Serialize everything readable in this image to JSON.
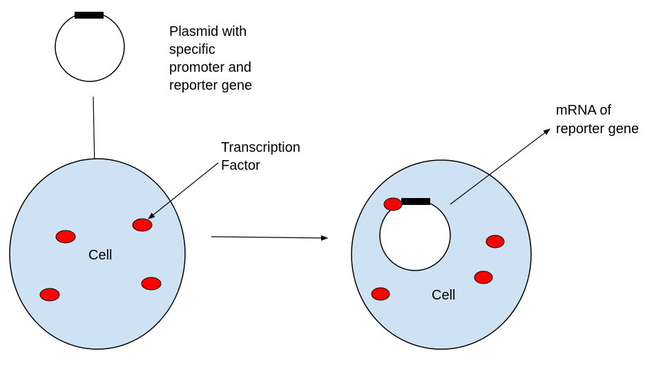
{
  "labels": {
    "plasmid": [
      "Plasmid with",
      "specific",
      "promoter and",
      "reporter gene"
    ],
    "transcription_factor": [
      "Transcription",
      "Factor"
    ],
    "mrna": [
      "mRNA of",
      "reporter gene"
    ],
    "cell_left": "Cell",
    "cell_right": "Cell"
  },
  "colors": {
    "cell_fill": "#cfe2f3",
    "transcription_factor": "#ff0000",
    "reporter_gene_bar": "#000000",
    "outline": "#000000",
    "background": "#ffffff"
  }
}
